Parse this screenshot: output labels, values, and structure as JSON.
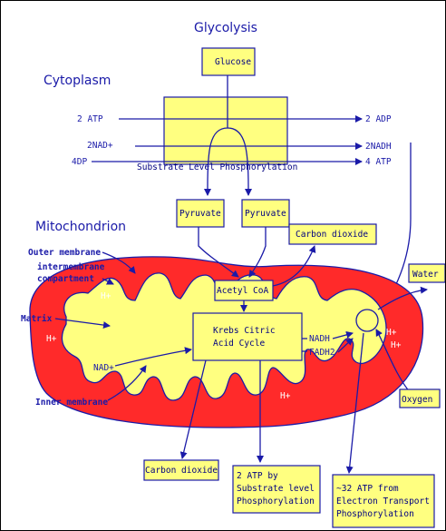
{
  "title": "Glycolysis",
  "cytoplasm": "Cytoplasm",
  "mitochondrion": "Mitochondrion",
  "glucose": "Glucose",
  "glycolysis_in": [
    "2 ATP",
    "2NAD+",
    "4DP"
  ],
  "glycolysis_out": [
    "2 ADP",
    "2NADH",
    "4 ATP"
  ],
  "substrate_level": "Substrate Level Phosphorylation",
  "pyruvate": "Pyruvate",
  "carbon_dioxide": "Carbon dioxide",
  "acetyl_coa": "Acetyl CoA",
  "krebs": [
    "Krebs Citric",
    "Acid Cycle"
  ],
  "nadh": "NADH",
  "fadh2": "FADH2",
  "nad_plus": "NAD+",
  "h_plus": "H+",
  "water": "Water",
  "oxygen": "Oxygen",
  "membrane_labels": {
    "outer": "Outer membrane",
    "intermembrane": [
      "intermembrane",
      "compartment"
    ],
    "matrix": "Matrix",
    "inner": "Inner membrane"
  },
  "atp_substrate": [
    "2 ATP by",
    "Substrate level",
    "Phosphorylation"
  ],
  "atp_electron": [
    "~32 ATP from",
    "Electron Transport",
    "Phosphorylation"
  ],
  "colors": {
    "ink": "#1a1aa8",
    "box_fill": "#ffff80",
    "outer_membrane": "#ff2a2a",
    "matrix": "#ffff80"
  }
}
